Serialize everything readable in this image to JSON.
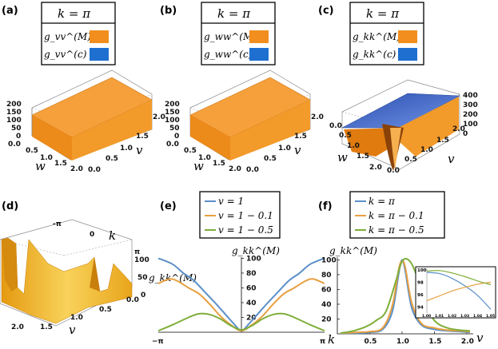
{
  "colors": {
    "orange": "#f28e1e",
    "orange_dark": "#c8620a",
    "blue": "#3e6fd0",
    "blue_dark": "#1f3f8f",
    "line_blue": "#5b8fc8",
    "line_orange": "#e8a040",
    "line_green": "#7fae3a",
    "yellow": "#f6c230"
  },
  "panels": {
    "a": {
      "label": "(a)",
      "title": "k = π",
      "legend": [
        "g_vv^(M)",
        "g_vv^(c)"
      ],
      "zticks": [
        "200",
        "150",
        "100",
        "50",
        "0"
      ],
      "xticks": [
        "0.0",
        "0.5",
        "1.0",
        "1.5",
        "2.0"
      ],
      "yticks": [
        "0.0",
        "0.5",
        "1.0",
        "1.5",
        "2.0"
      ],
      "xname": "w",
      "yname": "v"
    },
    "b": {
      "label": "(b)",
      "title": "k = π",
      "legend": [
        "g_ww^(M)",
        "g_ww^(c)"
      ],
      "zticks": [
        "200",
        "150",
        "100",
        "50",
        "0"
      ],
      "xticks": [
        "0.0",
        "0.5",
        "1.0",
        "1.5",
        "2.0"
      ],
      "yticks": [
        "0.0",
        "0.5",
        "1.0",
        "1.5",
        "2.0"
      ],
      "xname": "w",
      "yname": "v"
    },
    "c": {
      "label": "(c)",
      "title": "k = π",
      "legend": [
        "g_kk^(M)",
        "g_kk^(c)"
      ],
      "zticks": [
        "400",
        "300",
        "200",
        "100",
        "0"
      ],
      "xticks": [
        "0.0",
        "0.5",
        "1.0",
        "1.5",
        "2.0"
      ],
      "yticks": [
        "0.0",
        "0.5",
        "1.0",
        "1.5",
        "2.0"
      ],
      "xname": "w",
      "yname": "v"
    },
    "d": {
      "label": "(d)",
      "kticks": [
        "-π",
        "0",
        "π"
      ],
      "kname": "k",
      "zticks": [
        "100",
        "50",
        "0"
      ],
      "zname": "g_kk^(M)",
      "vticks": [
        "2.0",
        "1.5",
        "1.0",
        "0.5",
        "0.0"
      ],
      "vname": "v"
    },
    "e": {
      "label": "(e)",
      "legend": [
        "v = 1",
        "v = 1 − 0.1",
        "v = 1 − 0.5"
      ],
      "ylabel": "g_kk^(M)",
      "xlabel": "k",
      "xticks": [
        "−π",
        "π"
      ],
      "yticks": [
        "100",
        "80",
        "60",
        "40",
        "20"
      ]
    },
    "f": {
      "label": "(f)",
      "legend": [
        "k = π",
        "k = π − 0.1",
        "k = π − 0.5"
      ],
      "ylabel": "g_kk^(M)",
      "xlabel": "v",
      "yticks": [
        "100",
        "80",
        "60",
        "40",
        "20"
      ],
      "xticks": [
        "0.5",
        "1.0",
        "1.5",
        "2.0"
      ],
      "inset_yticks": [
        "100",
        "98",
        "96",
        "94"
      ],
      "inset_xticks": [
        "1.00",
        "1.01",
        "1.02",
        "1.03",
        "1.04",
        "1.05"
      ]
    }
  },
  "chart_data": [
    {
      "type": "area",
      "panel": "e",
      "xlabel": "k",
      "ylabel": "g_kk^(M)",
      "ylim": [
        0,
        108
      ],
      "x_range": [
        -3.14159,
        3.14159
      ],
      "series": [
        {
          "name": "v = 1",
          "k_points": [
            -3.14,
            -2.6,
            -2.2,
            -1.8,
            -1.4,
            -1.0,
            -0.6,
            -0.3,
            0,
            0.3,
            0.6,
            1.0,
            1.4,
            1.8,
            2.2,
            2.6,
            3.14
          ],
          "values": [
            100,
            92,
            80,
            70,
            55,
            40,
            24,
            12,
            2,
            12,
            24,
            40,
            55,
            70,
            80,
            92,
            100
          ]
        },
        {
          "name": "v = 1 − 0.1",
          "k_points": [
            -3.14,
            -2.7,
            -2.4,
            -2.0,
            -1.6,
            -1.2,
            -0.8,
            -0.4,
            0,
            0.4,
            0.8,
            1.2,
            1.6,
            2.0,
            2.4,
            2.7,
            3.14
          ],
          "values": [
            66,
            72,
            69,
            60,
            52,
            38,
            22,
            10,
            2,
            10,
            22,
            38,
            52,
            60,
            69,
            72,
            66
          ]
        },
        {
          "name": "v = 1 − 0.5",
          "k_points": [
            -3.14,
            -2.6,
            -2.0,
            -1.6,
            -1.2,
            -0.8,
            -0.4,
            0,
            0.4,
            0.8,
            1.2,
            1.6,
            2.0,
            2.6,
            3.14
          ],
          "values": [
            2,
            10,
            20,
            25,
            24,
            18,
            9,
            3,
            9,
            18,
            24,
            25,
            20,
            10,
            2
          ]
        }
      ]
    },
    {
      "type": "line",
      "panel": "f",
      "xlabel": "v",
      "ylabel": "g_kk^(M)",
      "xlim": [
        0,
        2.1
      ],
      "ylim": [
        0,
        108
      ],
      "series": [
        {
          "name": "k = π",
          "x": [
            0.05,
            0.3,
            0.5,
            0.7,
            0.85,
            0.95,
            1.0,
            1.05,
            1.15,
            1.3,
            1.5,
            1.7,
            1.9,
            2.05
          ],
          "values": [
            1,
            1,
            2,
            6,
            30,
            82,
            100,
            85,
            35,
            12,
            6,
            4,
            3,
            2
          ]
        },
        {
          "name": "k = π − 0.1",
          "x": [
            0.05,
            0.3,
            0.5,
            0.7,
            0.85,
            0.95,
            1.0,
            1.05,
            1.15,
            1.3,
            1.5,
            1.7,
            1.9,
            2.05
          ],
          "values": [
            1,
            2,
            3,
            8,
            38,
            88,
            98,
            90,
            42,
            14,
            8,
            5,
            4,
            3
          ]
        },
        {
          "name": "k = π − 0.5",
          "x": [
            0.05,
            0.25,
            0.45,
            0.6,
            0.75,
            0.9,
            1.0,
            1.1,
            1.2,
            1.35,
            1.5,
            1.7,
            1.9,
            2.05
          ],
          "values": [
            1,
            4,
            10,
            18,
            30,
            70,
            98,
            100,
            85,
            45,
            18,
            8,
            5,
            4
          ]
        }
      ],
      "inset": {
        "xlim": [
          1.0,
          1.05
        ],
        "ylim": [
          93,
          100
        ],
        "series": [
          {
            "name": "k = π",
            "x": [
              1.0,
              1.01,
              1.02,
              1.03,
              1.04,
              1.05
            ],
            "values": [
              99.6,
              99.4,
              98.6,
              97.4,
              95.8,
              93.6
            ]
          },
          {
            "name": "k = π − 0.1",
            "x": [
              1.0,
              1.01,
              1.02,
              1.03,
              1.04,
              1.05
            ],
            "values": [
              95.0,
              95.8,
              96.6,
              97.2,
              97.7,
              98.0
            ]
          },
          {
            "name": "k = π − 0.5",
            "x": [
              1.0,
              1.01,
              1.02,
              1.03,
              1.04,
              1.05
            ],
            "values": [
              99.8,
              99.9,
              99.5,
              98.9,
              98.2,
              97.6
            ]
          }
        ]
      }
    }
  ]
}
